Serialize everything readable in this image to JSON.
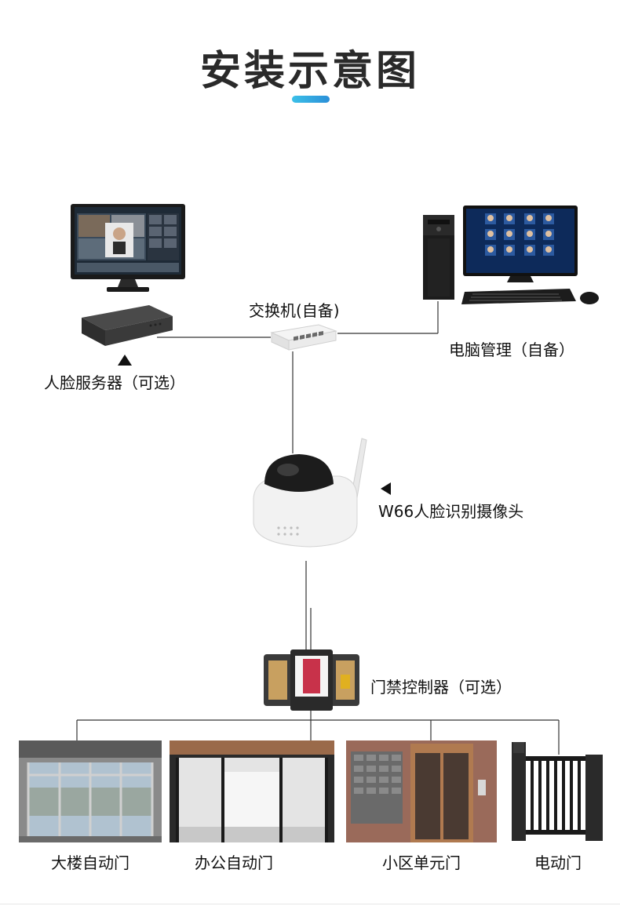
{
  "title": "安装示意图",
  "labels": {
    "switch": "交换机(自备)",
    "pc": "电脑管理（自备）",
    "server": "人脸服务器（可选）",
    "camera": "W66人脸识别摄像头",
    "controller": "门禁控制器（可选）"
  },
  "doors": [
    {
      "label": "大楼自动门"
    },
    {
      "label": "办公自动门"
    },
    {
      "label": "小区单元门"
    },
    {
      "label": "电动门"
    }
  ],
  "colors": {
    "accent_start": "#3bc0e8",
    "accent_end": "#2b8fd8",
    "line": "#333333"
  }
}
